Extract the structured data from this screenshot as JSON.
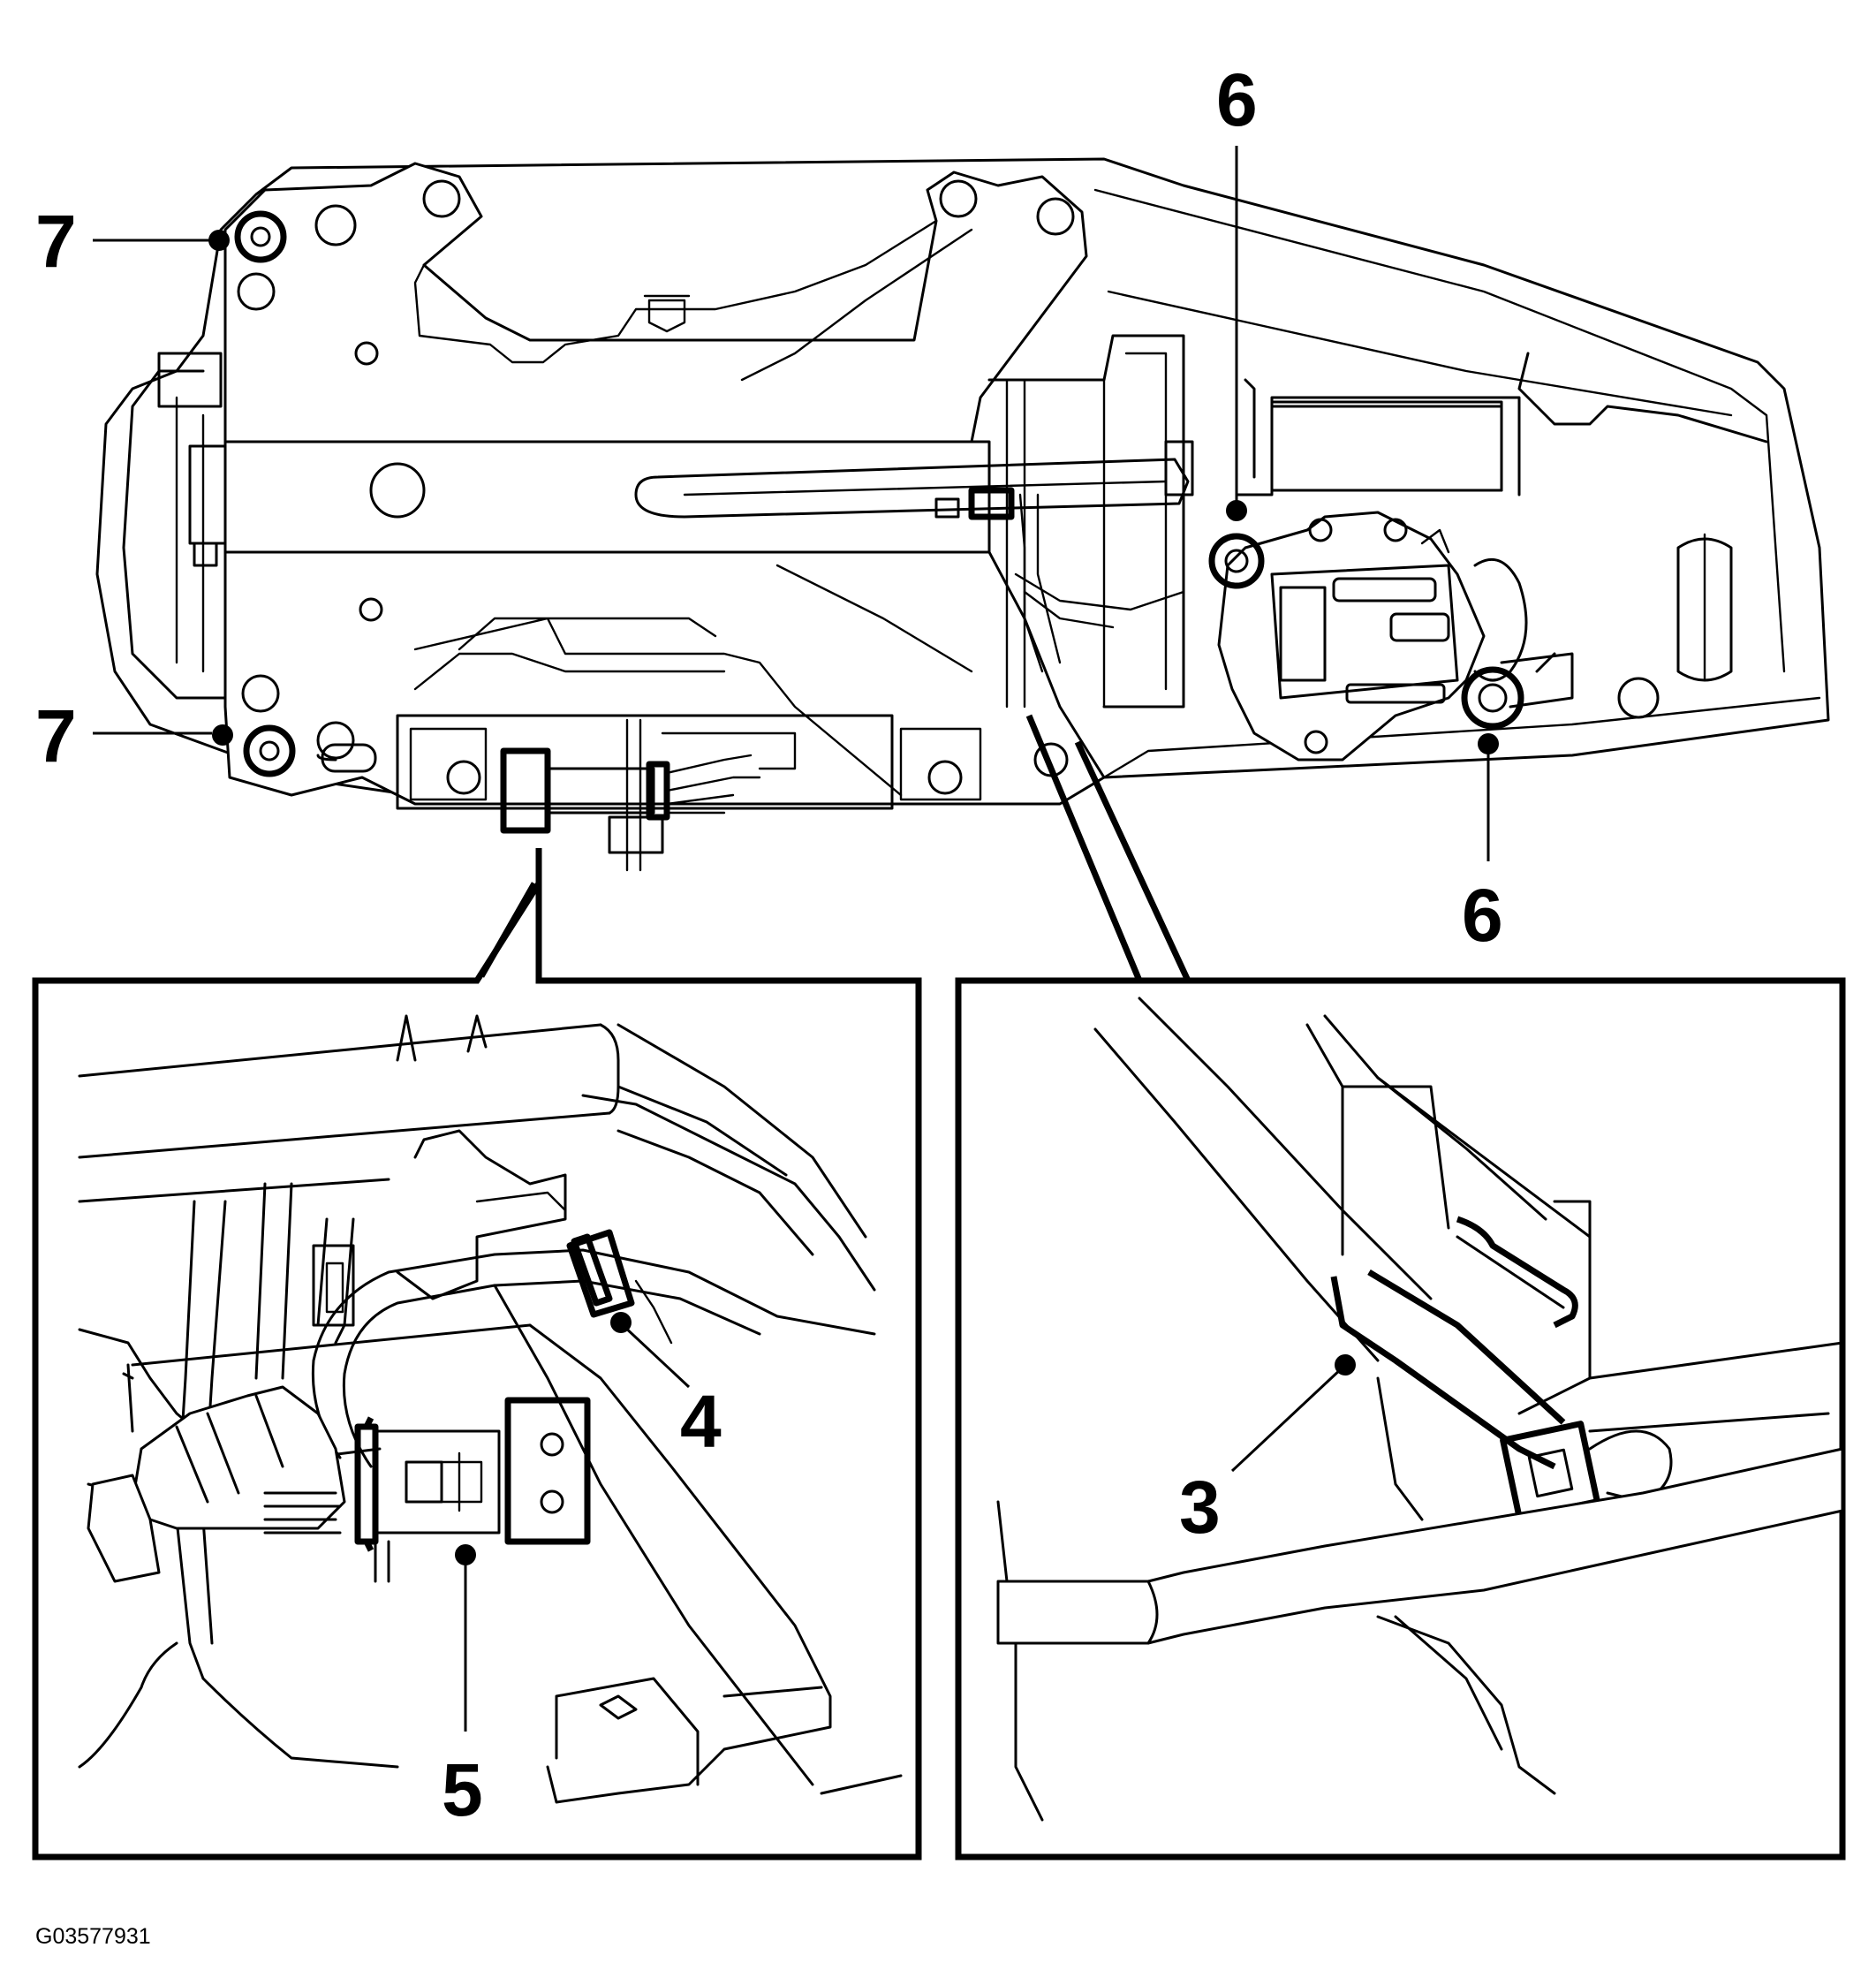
{
  "figure_id": "G03577931",
  "callouts": {
    "c3": "3",
    "c4": "4",
    "c5": "5",
    "c6_top": "6",
    "c6_bottom": "6",
    "c7_top": "7",
    "c7_bottom": "7"
  },
  "colors": {
    "line": "#000000",
    "background": "#ffffff"
  }
}
